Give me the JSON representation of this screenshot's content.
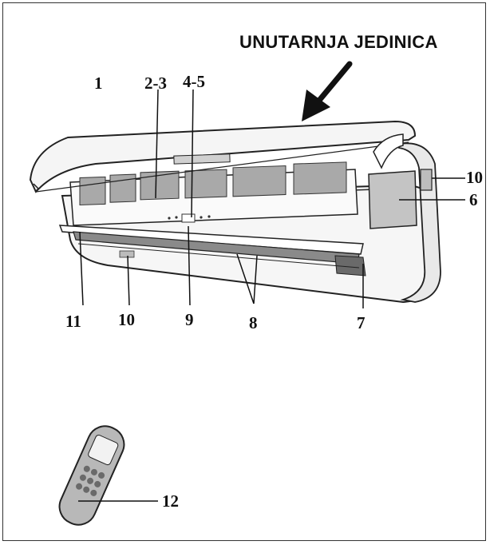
{
  "diagram": {
    "title": "UNUTARNJA JEDINICA",
    "labels": {
      "l1": "1",
      "l23": "2-3",
      "l45": "4-5",
      "l10_right": "10",
      "l6": "6",
      "l11": "11",
      "l10_bottom": "10",
      "l9": "9",
      "l8": "8",
      "l7": "7",
      "l12": "12"
    },
    "colors": {
      "stroke": "#222222",
      "panel_fill": "#f4f4f4",
      "filter_fill": "#a9a9a9",
      "dark_fill": "#6a6a6a",
      "remote_fill": "#b8b8b8"
    }
  }
}
